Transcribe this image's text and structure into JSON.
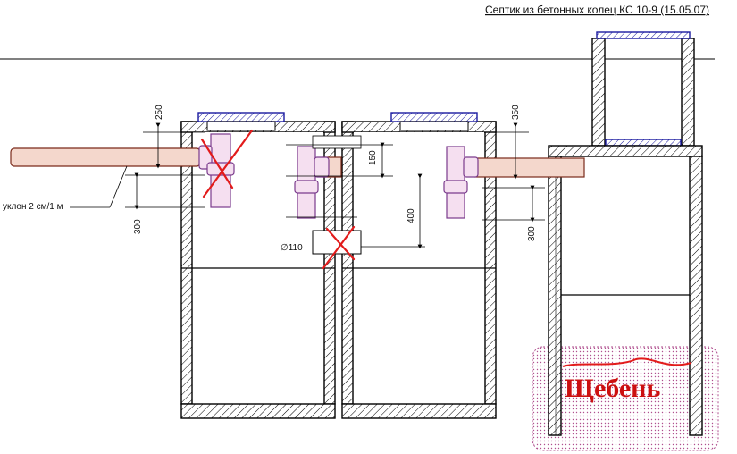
{
  "title": "Септик из бетонных колец КС 10-9 (15.05.07)",
  "dimensions": {
    "d250": "250",
    "d300_left": "300",
    "d150": "150",
    "d400": "400",
    "d350": "350",
    "d300_right": "300",
    "diameter": "∅110"
  },
  "slope_label": "уклон 2 см/1 м",
  "gravel_label": "Щебень",
  "colors": {
    "pipe": "#f4d7cc",
    "fitting": "#7a3a8c",
    "lid": "#1a1aa0",
    "cross": "#e21b1b",
    "gravel": "#b0508f"
  }
}
